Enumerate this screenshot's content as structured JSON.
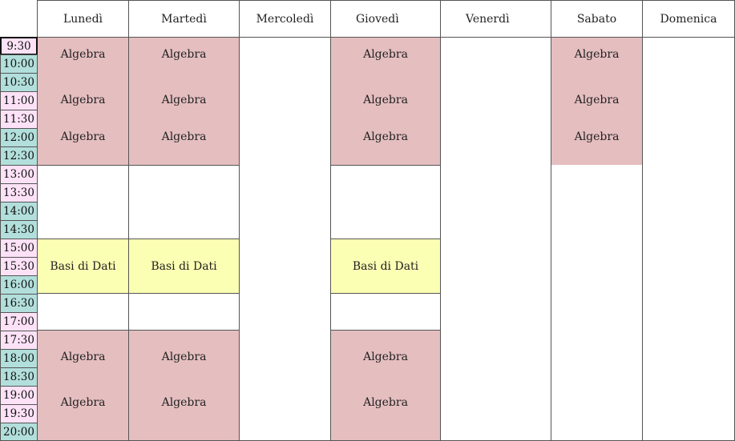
{
  "days": [
    "Lunedì",
    "Martedì",
    "Mercoledì",
    "Giovedì",
    "Venerdì",
    "Sabato",
    "Domenica"
  ],
  "times": [
    "9:30",
    "10:00",
    "10:30",
    "11:00",
    "11:30",
    "12:00",
    "12:30",
    "13:00",
    "13:30",
    "14:00",
    "14:30",
    "15:00",
    "15:30",
    "16:00",
    "16:30",
    "17:00",
    "17:30",
    "18:00",
    "18:30",
    "19:00",
    "19:30",
    "20:00"
  ],
  "courses": {
    "algebra": "Algebra",
    "basi_di_dati": "Basi di Dati"
  },
  "colors": {
    "algebra": "#e5bec0",
    "basi_di_dati": "#fbffb3",
    "time_pink": "#fde2f7",
    "time_teal": "#b2dfdb"
  }
}
